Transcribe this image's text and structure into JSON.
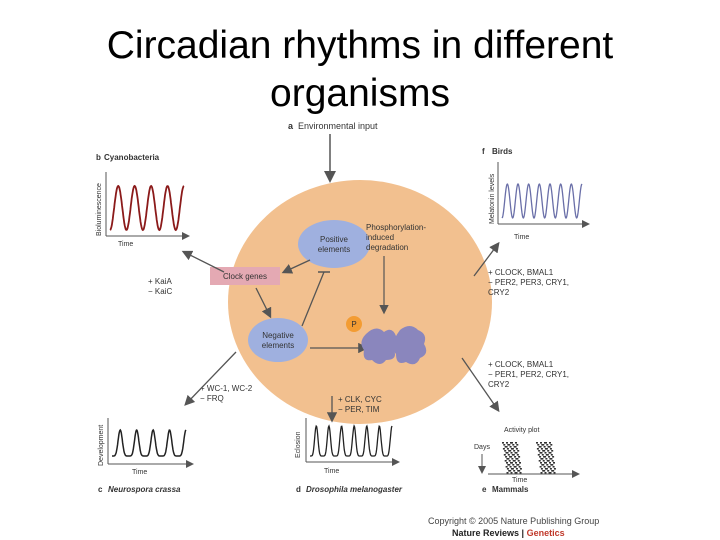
{
  "slide": {
    "title_line1": "Circadian rhythms in different",
    "title_line2": "organisms"
  },
  "diagram": {
    "panel_a": {
      "letter": "a",
      "label": "Environmental input"
    },
    "panel_b": {
      "letter": "b",
      "label": "Cyanobacteria",
      "y_axis": "Bioluminescence",
      "x_axis": "Time",
      "genes": [
        "+ KaiA",
        "− KaiC"
      ]
    },
    "panel_c": {
      "letter": "c",
      "label": "Neurospora crassa",
      "y_axis": "Development",
      "x_axis": "Time",
      "genes": [
        "+ WC-1, WC-2",
        "− FRQ"
      ]
    },
    "panel_d": {
      "letter": "d",
      "label": "Drosophila melanogaster",
      "y_axis": "Eclosion",
      "x_axis": "Time",
      "genes": [
        "+ CLK, CYC",
        "− PER, TIM"
      ]
    },
    "panel_e": {
      "letter": "e",
      "label": "Mammals",
      "plot_title": "Activity plot",
      "y_axis": "Days",
      "x_axis": "Time",
      "genes": [
        "+ CLOCK, BMAL1",
        "− PER1, PER2, CRY1,",
        "CRY2"
      ]
    },
    "panel_f": {
      "letter": "f",
      "label": "Birds",
      "y_axis": "Melatonin levels",
      "x_axis": "Time",
      "genes": [
        "+ CLOCK, BMAL1",
        "− PER2, PER3, CRY1,",
        "CRY2"
      ]
    },
    "cell": {
      "positive_elements": [
        "Positive",
        "elements"
      ],
      "negative_elements": [
        "Negative",
        "elements"
      ],
      "clock_genes": "Clock genes",
      "phosphorylation": [
        "Phosphorylation-",
        "induced",
        "degradation"
      ],
      "phospho_marker": "P"
    },
    "colors": {
      "cell_fill": "#f2c08f",
      "positive_fill": "#9fb0df",
      "negative_fill": "#9fb0df",
      "clock_genes_fill": "#e4a9b3",
      "protein_fill": "#8a86bd",
      "phospho_fill": "#f39c33",
      "cyano_trace": "#8b1a1a",
      "bird_trace": "#6a6fa8"
    }
  },
  "copyright": {
    "line1": "Copyright © 2005 Nature Publishing Group",
    "line2_a": "Nature Reviews | ",
    "line2_b": "Genetics"
  }
}
